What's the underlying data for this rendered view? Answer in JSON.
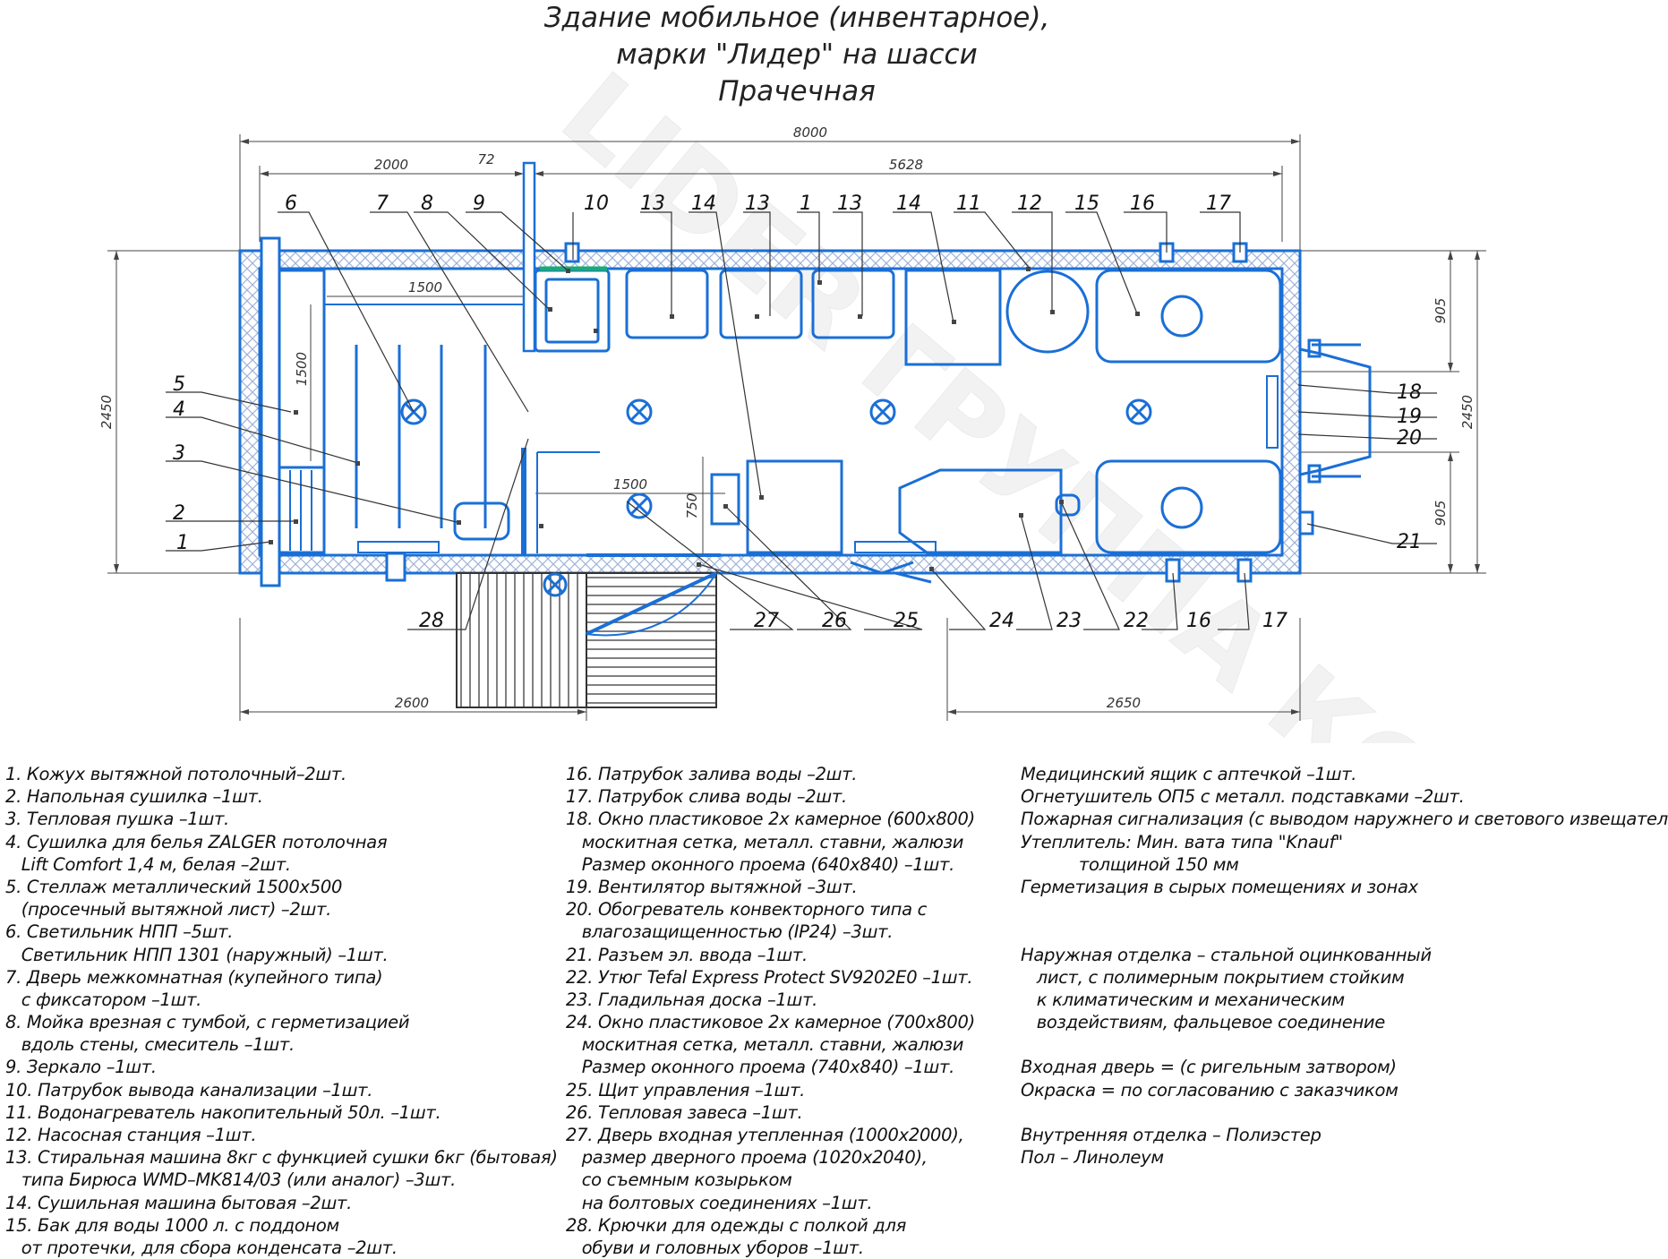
{
  "title": {
    "line1": "Здание мобильное (инвентарное),",
    "line2": "марки \"Лидер\" на шасси",
    "line3": "Прачечная"
  },
  "watermark": "LIDER ГРУППА КОМПАНИЙ",
  "dimensions": {
    "total_length": "8000",
    "left_section": "2000",
    "partition": "72",
    "right_section": "5628",
    "shelf_length": "1500",
    "shelf_vertical": "1500",
    "middle_length": "1500",
    "vert_750": "750",
    "width_left": "2450",
    "width_right": "2450",
    "top_right_905": "905",
    "bottom_right_905": "905",
    "porch_left": "2600",
    "porch_right": "2650"
  },
  "callouts_top": [
    "6",
    "7",
    "8",
    "9",
    "10",
    "13",
    "14",
    "13",
    "1",
    "13",
    "14",
    "11",
    "12",
    "15",
    "16",
    "17"
  ],
  "callouts_left": [
    "5",
    "4",
    "3",
    "2",
    "1"
  ],
  "callouts_right": [
    "18",
    "19",
    "20",
    "21"
  ],
  "callouts_bottom": [
    "28",
    "27",
    "26",
    "25",
    "24",
    "23",
    "22",
    "16",
    "17"
  ],
  "legend_col1": [
    "1. Кожух вытяжной потолочный–2шт.",
    "2. Напольная сушилка –1шт.",
    "3. Тепловая пушка –1шт.",
    "4. Сушилка для белья ZALGER потолочная",
    "   Lift Comfort 1,4 м, белая –2шт.",
    "5. Стеллаж металлический 1500х500",
    "   (просечный вытяжной лист) –2шт.",
    "6. Светильник НПП –5шт.",
    "   Светильник НПП 1301 (наружный) –1шт.",
    "7. Дверь межкомнатная (купейного типа)",
    "   с фиксатором –1шт.",
    "8. Мойка врезная с тумбой, с герметизацией",
    "   вдоль стены, смеситель –1шт.",
    "9. Зеркало –1шт.",
    "10. Патрубок вывода канализации –1шт.",
    "11. Водонагреватель накопительный 50л. –1шт.",
    "12. Насосная станция –1шт.",
    "13. Стиральная машина 8кг с функцией сушки 6кг (бытовая)",
    "   типа Бирюса WMD–MK814/03 (или аналог) –3шт.",
    "14. Сушильная машина бытовая –2шт.",
    "15. Бак для воды 1000 л. с поддоном",
    "   от протечки, для сбора конденсата –2шт."
  ],
  "legend_col2": [
    "16. Патрубок залива воды –2шт.",
    "17. Патрубок слива воды –2шт.",
    "18. Окно пластиковое 2х камерное (600х800)",
    "   москитная сетка, металл. ставни, жалюзи",
    "   Размер оконного проема (640х840) –1шт.",
    "19. Вентилятор вытяжной –3шт.",
    "20. Обогреватель конвекторного типа с",
    "   влагозащищенностью (IP24) –3шт.",
    "21. Разъем эл. ввода –1шт.",
    "22. Утюг Tefal Express Protect SV9202E0 –1шт.",
    "23. Гладильная доска –1шт.",
    "24. Окно пластиковое 2х камерное (700х800)",
    "   москитная сетка, металл. ставни, жалюзи",
    "   Размер оконного проема (740х840) –1шт.",
    "25. Щит управления –1шт.",
    "26. Тепловая завеса –1шт.",
    "27. Дверь входная утепленная (1000х2000),",
    "   размер дверного проема (1020х2040),",
    "   со съемным козырьком",
    "   на болтовых соединениях –1шт.",
    "28. Крючки для одежды с полкой для",
    "   обуви и головных уборов –1шт."
  ],
  "legend_col3": [
    "Медицинский ящик с аптечкой –1шт.",
    "Огнетушитель ОП5 с металл. подставками –2шт.",
    "Пожарная сигнализация (с выводом наружнего и светового извещателя)",
    "Утеплитель: Мин. вата типа \"Knauf\"",
    "           толщиной 150 мм",
    "Герметизация в сырых помещениях и зонах",
    "",
    "",
    "Наружная отделка – стальной оцинкованный",
    "   лист, с полимерным покрытием стойким",
    "   к климатическим и механическим",
    "   воздействиям, фальцевое соединение",
    "",
    "Входная дверь = (с ригельным затвором)",
    "Окраска = по согласованию с заказчиком",
    "",
    "Внутренняя отделка – Полиэстер",
    "Пол – Линолеум"
  ],
  "colors": {
    "plan": "#1a6fd6",
    "insulation": "#9fb3d9",
    "ink": "#333333",
    "watermark": "#eeeeee"
  }
}
